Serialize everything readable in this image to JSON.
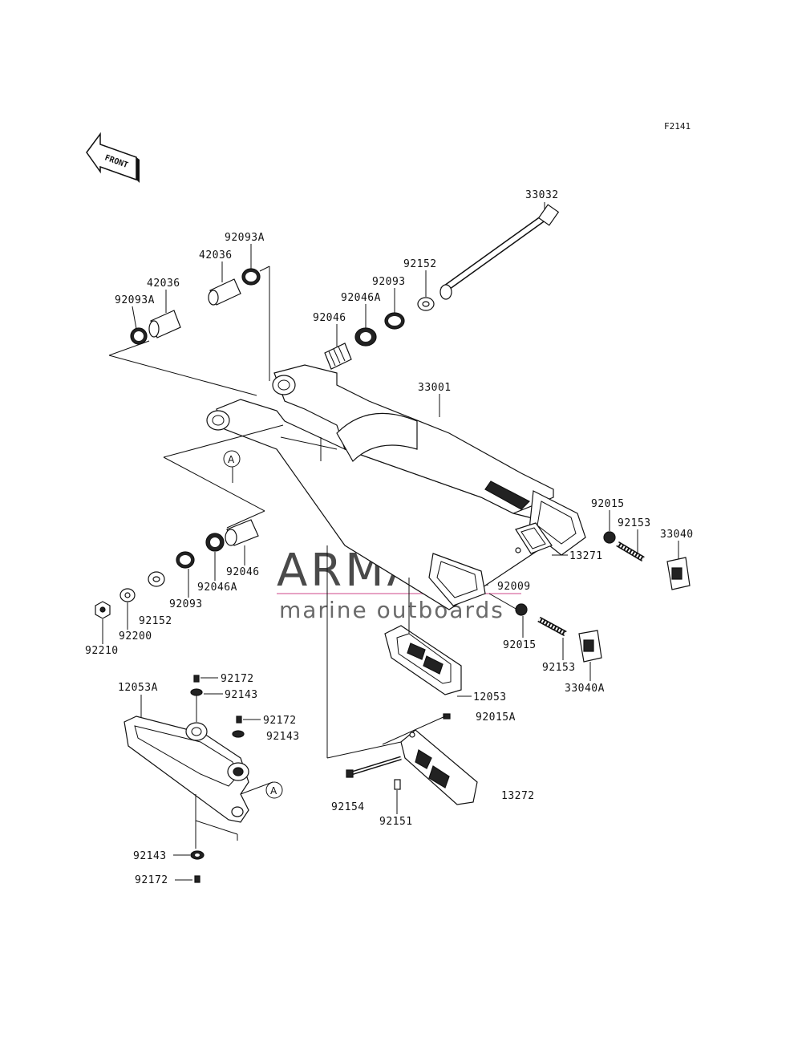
{
  "figure_code": "F2141",
  "front_label": "FRONT",
  "ref_letter": "A",
  "watermark": {
    "brand": "ARMADA",
    "tagline": "marine outboards",
    "logo_color": "#e7a3c4"
  },
  "labels": {
    "p33032": "33032",
    "p92093A_top": "92093A",
    "p42036_top": "42036",
    "p42036_mid": "42036",
    "p92093A_mid": "92093A",
    "p92152_top": "92152",
    "p92093_top": "92093",
    "p92046A_top": "92046A",
    "p92046_top": "92046",
    "p33001": "33001",
    "p92015_r": "92015",
    "p92153_r": "92153",
    "p33040": "33040",
    "p13271": "13271",
    "p92046_low": "92046",
    "p92046A_low": "92046A",
    "p92093_low": "92093",
    "p92152_low": "92152",
    "p92200": "92200",
    "p92210": "92210",
    "p92009": "92009",
    "p92015_low": "92015",
    "p92153_low": "92153",
    "p33040A": "33040A",
    "p12053": "12053",
    "p92015A": "92015A",
    "p12053A": "12053A",
    "p92172_a": "92172",
    "p92143_a": "92143",
    "p92172_b": "92172",
    "p92143_b": "92143",
    "p92154": "92154",
    "p92151": "92151",
    "p13272": "13272",
    "p92143_c": "92143",
    "p92172_c": "92172"
  }
}
